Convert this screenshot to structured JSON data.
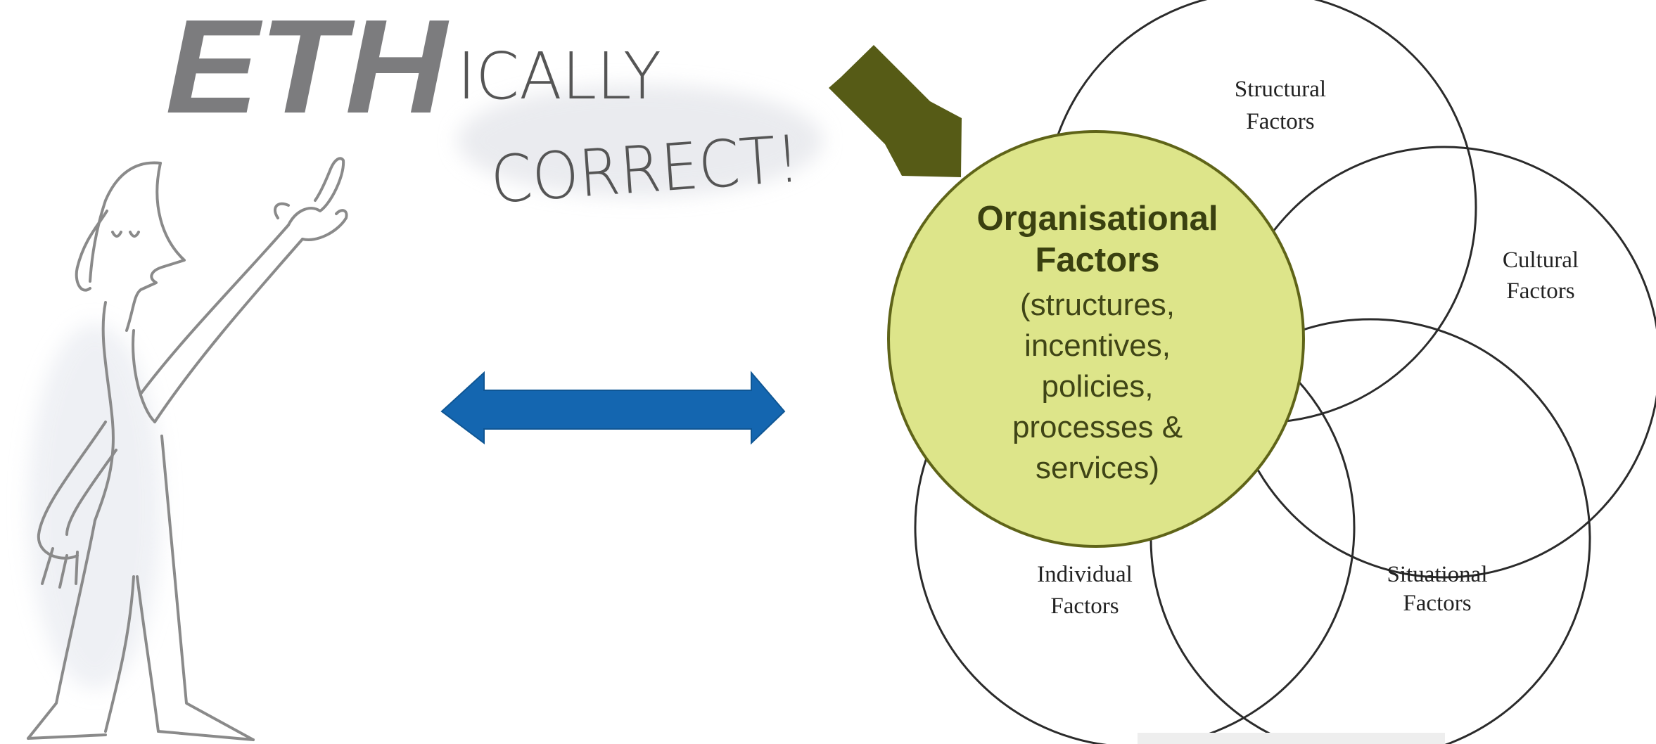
{
  "logo": {
    "eth": "ETH",
    "line1": "ICALLY",
    "line2": "CORRECT!"
  },
  "venn": {
    "structural": {
      "line1": "Structural",
      "line2": "Factors"
    },
    "cultural": {
      "line1": "Cultural",
      "line2": "Factors"
    },
    "individual": {
      "line1": "Individual",
      "line2": "Factors"
    },
    "situational": {
      "line1": "Situational",
      "line2": "Factors"
    },
    "organisational": {
      "title1": "Organisational",
      "title2": "Factors",
      "body": [
        "(structures,",
        "incentives,",
        "policies,",
        "processes &",
        "services)"
      ]
    }
  },
  "colors": {
    "pointer_arrow": "#565b16",
    "double_arrow": "#1466b0",
    "org_fill": "#dde58a",
    "org_stroke": "#5f6418",
    "venn_stroke": "#2b2b2b",
    "sketch_stroke": "#8a8a8a"
  },
  "icons": {
    "figure": "stick-figure-pointing-icon",
    "pointer": "diagonal-arrow-icon",
    "double_arrow": "double-headed-arrow-icon"
  }
}
